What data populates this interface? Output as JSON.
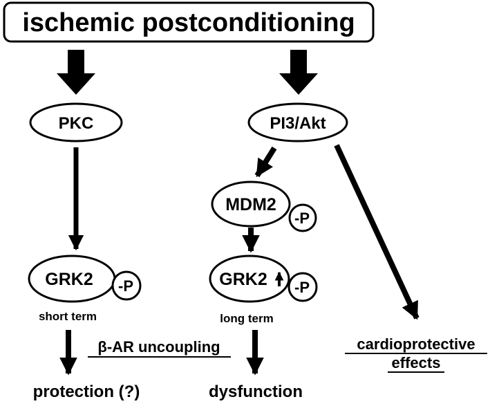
{
  "diagram": {
    "title": "ischemic postconditioning",
    "nodes": {
      "pkc": "PKC",
      "pi3akt": "PI3/Akt",
      "mdm2": "MDM2",
      "mdm2_phospho": "-P",
      "grk2_short": "GRK2",
      "grk2_short_phospho": "-P",
      "grk2_long": "GRK2",
      "grk2_long_phospho": "-P"
    },
    "labels": {
      "short_term": "short term",
      "long_term": "long term",
      "beta_ar_uncoupling": "β-AR uncoupling",
      "cardioprotective_line1": "cardioprotective",
      "cardioprotective_line2": "effects",
      "protection": "protection (?)",
      "dysfunction": "dysfunction"
    },
    "colors": {
      "stroke": "#000000",
      "fill": "#ffffff",
      "text": "#000000"
    }
  }
}
